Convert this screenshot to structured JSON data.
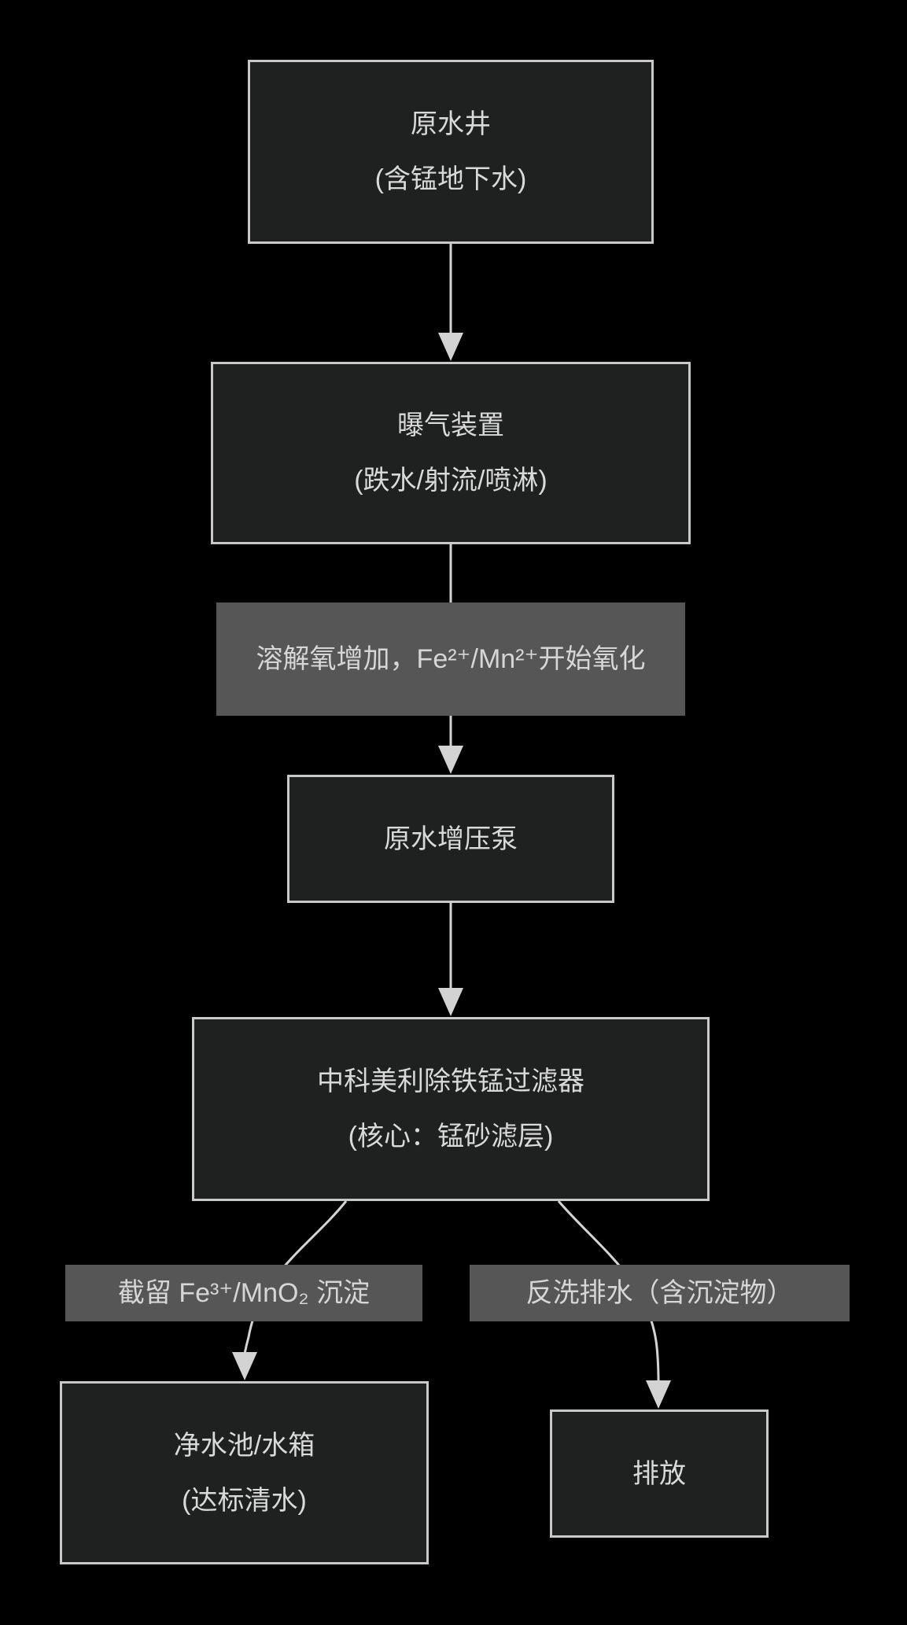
{
  "diagram": {
    "type": "flowchart",
    "direction": "top-down",
    "nodes": {
      "raw_well": {
        "line1": "原水井",
        "line2": "(含锰地下水)"
      },
      "aeration": {
        "line1": "曝气装置",
        "line2": "(跌水/射流/喷淋)"
      },
      "booster_pump": {
        "line1": "原水增压泵"
      },
      "filter": {
        "line1": "中科美利除铁锰过滤器",
        "line2": "(核心：锰砂滤层)"
      },
      "clean_tank": {
        "line1": "净水池/水箱",
        "line2": "(达标清水)"
      },
      "discharge": {
        "line1": "排放"
      }
    },
    "edge_labels": {
      "oxidation": "溶解氧增加，Fe²⁺/Mn²⁺开始氧化",
      "interception": "截留 Fe³⁺/MnO₂ 沉淀",
      "backwash": "反洗排水（含沉淀物）"
    },
    "colors": {
      "background": "#000000",
      "node_fill": "#1f2020",
      "node_border": "#c9c9c9",
      "node_text": "#d9d9d9",
      "label_bg": "#565656",
      "label_text": "#d6d6d6",
      "line": "#d3d3d3"
    }
  }
}
